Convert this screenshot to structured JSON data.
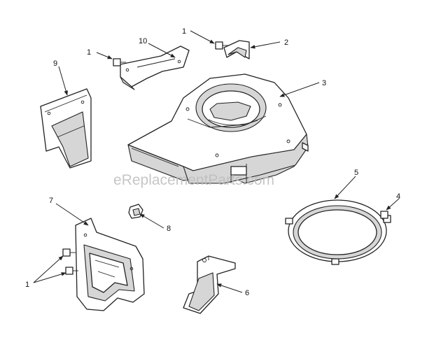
{
  "watermark": "eReplacementParts.com",
  "callouts": {
    "c1_top_left": "1",
    "c10": "10",
    "c1_top_mid": "1",
    "c2": "2",
    "c9": "9",
    "c3": "3",
    "c5": "5",
    "c4": "4",
    "c7": "7",
    "c8": "8",
    "c1_bottom": "1",
    "c6": "6"
  }
}
